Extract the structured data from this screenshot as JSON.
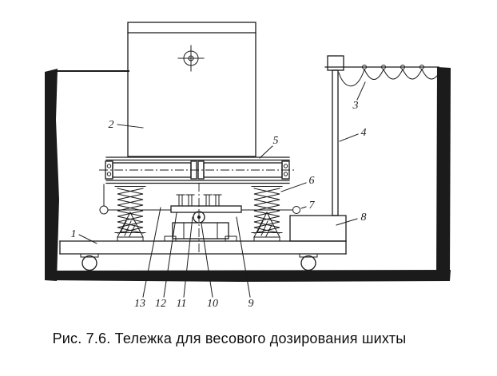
{
  "figure": {
    "caption": "Рис. 7.6. Тележка для весового дозирования шихты",
    "part_labels": [
      "1",
      "2",
      "3",
      "4",
      "5",
      "6",
      "7",
      "8",
      "9",
      "10",
      "11",
      "12",
      "13"
    ],
    "colors": {
      "ink": "#1b1b1b",
      "paper": "#ffffff"
    }
  }
}
